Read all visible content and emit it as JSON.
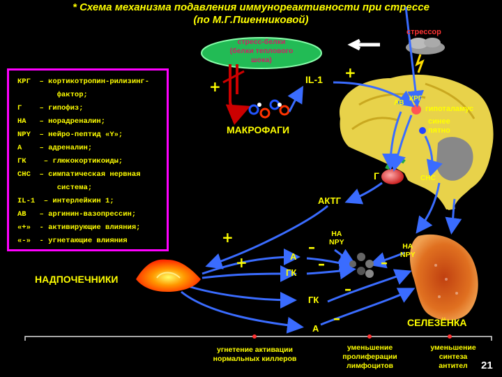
{
  "title": {
    "line1": "*  Схема механизма подавления иммунореактивности при стрессе",
    "line2": "(по М.Г.Пшенниковой)"
  },
  "stress_proteins": "стресс-белки\n(белки теплового\nшока)",
  "stressor": "стрессор",
  "il1": "IL-1",
  "macrophages": "МАКРОФАГИ",
  "brain": {
    "krg": "КРГ",
    "av": "АВ",
    "hypothalamus": "гипоталамус",
    "blue_spot": "синее\nпятно",
    "g": "Г",
    "sns": "СНС"
  },
  "aktg": "АКТГ",
  "adrenal": "НАДПОЧЕЧНИКИ",
  "spleen": "СЕЛЕЗЁНКА",
  "na_npy_left": "НА\nNPY",
  "na_npy_right": "НА\nNPY",
  "a_top": "А",
  "gk_top": "ГК",
  "gk_bottom": "ГК",
  "a_bottom": "А",
  "signs": {
    "plus": "+",
    "minus": "–"
  },
  "legend": [
    "КРГ  – кортикотропин-рилизинг-",
    "         фактор;",
    "Г    – гипофиз;",
    "НА   – норадреналин;",
    "NPY  – нейро-пептид «Y»;",
    "А    – адреналин;",
    "ГК    – глюкокортикоиды;",
    "СНС  – симпатическая нервная",
    "         система;",
    "IL-1  – интерлейкин 1;",
    "АВ   – аргинин-вазопрессин;",
    "«+»  - активирующие влияния;",
    "«-»  - угнетающие влияния"
  ],
  "outcomes": [
    "угнетение активации\nнормальных киллеров",
    "уменьшение\nпролиферации\nлимфоцитов",
    "уменьшение\nсинтеза\nантител"
  ],
  "page_number": "21",
  "colors": {
    "title": "#ffff00",
    "legend_border": "#ff00ff",
    "arrows": "#3366ff",
    "brain": "#e8d24a",
    "adrenal": "#ff6600",
    "spleen": "#e06a20",
    "outcomes": "#ffff00"
  }
}
